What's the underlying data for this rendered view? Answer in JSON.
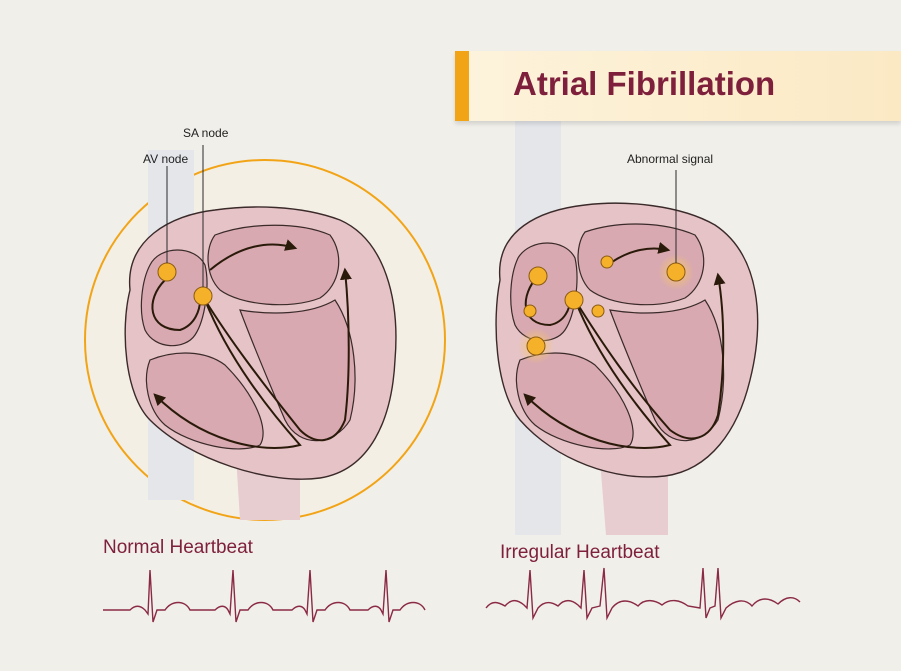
{
  "banner": {
    "title": "Atrial Fibrillation"
  },
  "labels": {
    "sa_node": "SA node",
    "av_node": "AV node",
    "abnormal_signal": "Abnormal signal"
  },
  "ecg": {
    "normal_title": "Normal Heartbeat",
    "irregular_title": "Irregular Heartbeat"
  },
  "colors": {
    "title": "#7e1f3c",
    "accent_orange": "#f2a417",
    "node_fill": "#f6b12a",
    "heart_tissue": "#dcb6ba",
    "heart_chamber": "#d8a9b0",
    "ecg_line": "#8a2a45",
    "signal_path": "#2a1a0a"
  },
  "icons": [
    "sa-node-dot",
    "av-node-dot",
    "abnormal-signal-dot",
    "signal-arrow"
  ]
}
